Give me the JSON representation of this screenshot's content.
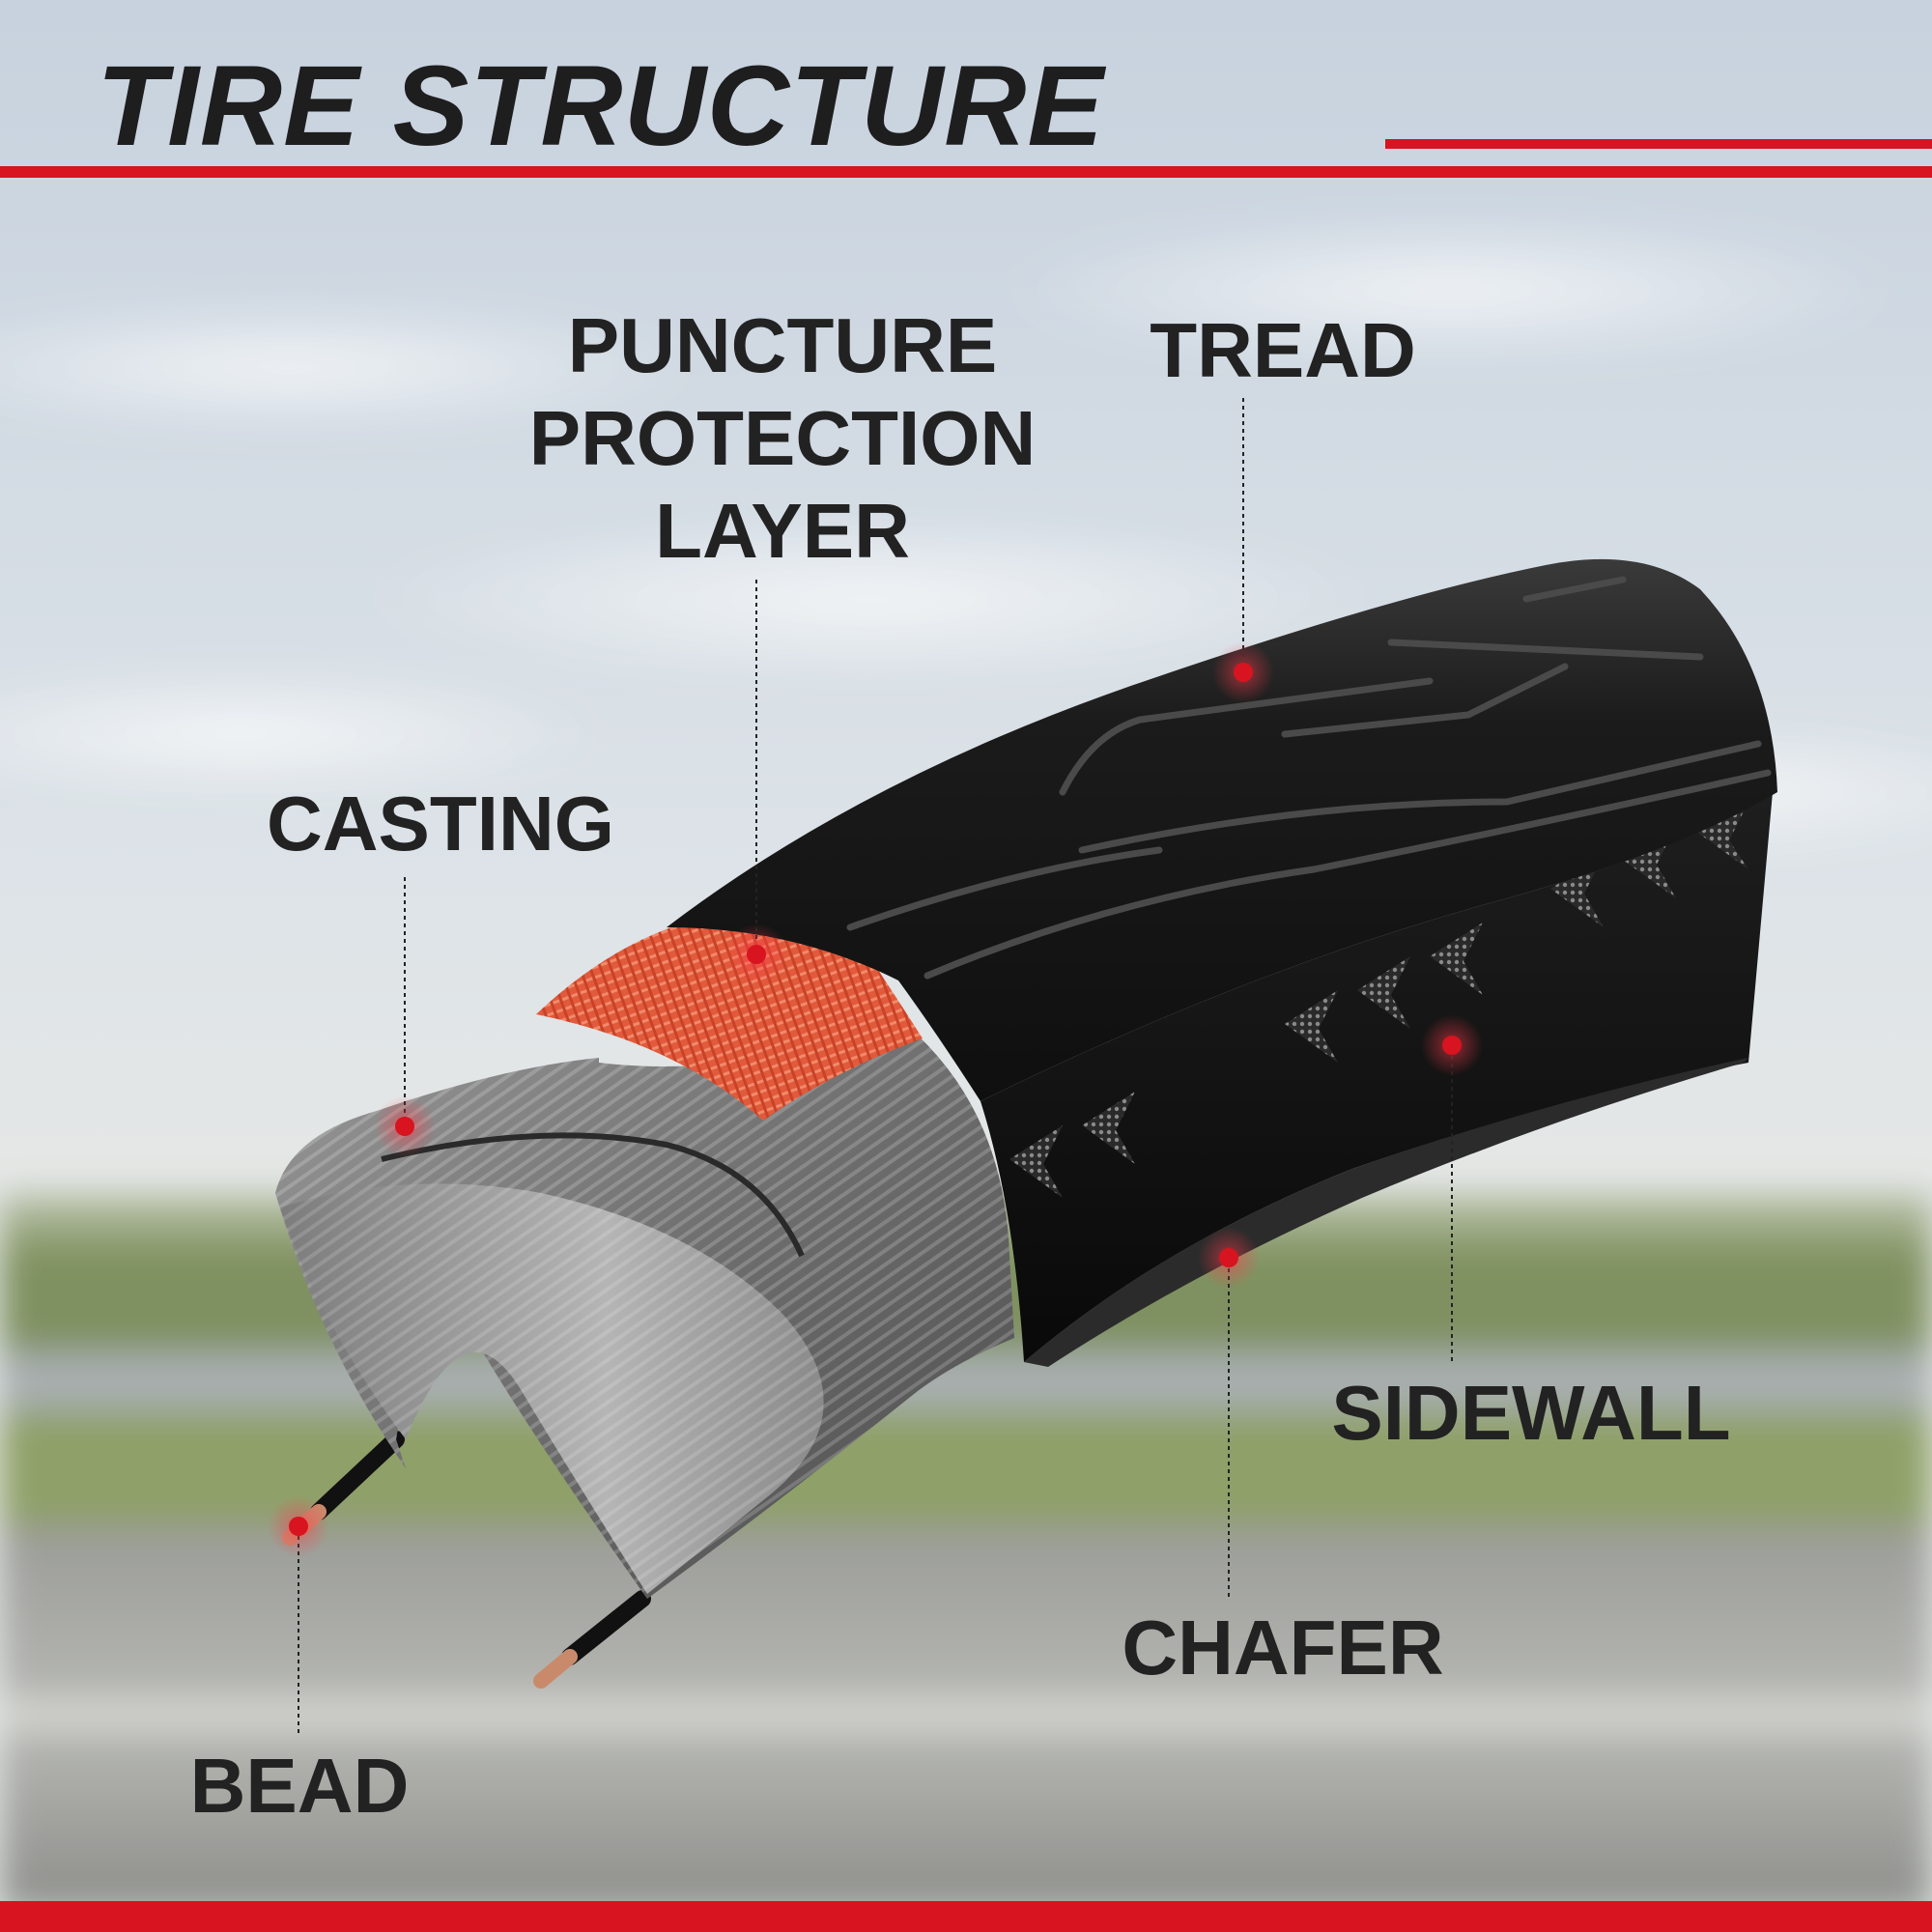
{
  "title": "TIRE STRUCTURE",
  "colors": {
    "accent_red": "#d7141f",
    "text": "#222222",
    "tread": "#161616",
    "puncture_layer": "#e55a3d"
  },
  "labels": {
    "puncture": [
      "PUNCTURE",
      "PROTECTION",
      "LAYER"
    ],
    "tread": "TREAD",
    "casting": "CASTING",
    "sidewall": "SIDEWALL",
    "chafer": "CHAFER",
    "bead": "BEAD"
  }
}
